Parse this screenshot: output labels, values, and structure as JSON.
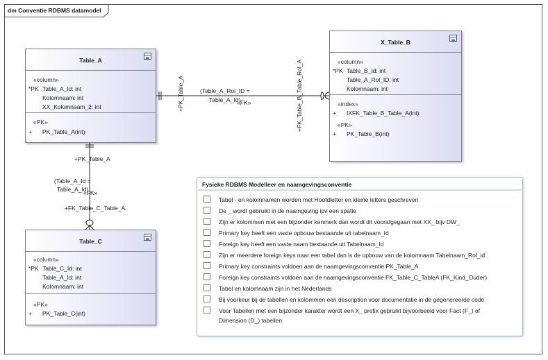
{
  "frame": {
    "title": "dm Conventie RDBMS datamodel"
  },
  "table_a": {
    "title": "Table_A",
    "column_stereotype": "«column»",
    "pk_marker": "*PK",
    "columns": [
      "Table_A_Id: int",
      "Kolomnaam: int",
      "XX_Kolomnaam_2: int"
    ],
    "op_stereotype": "«PK»",
    "op_marker": "+",
    "operations": [
      "PK_Table_A(int)"
    ]
  },
  "table_b": {
    "title": "X_Table_B",
    "column_stereotype": "«column»",
    "pk_marker": "*PK",
    "columns": [
      "Table_B_Id: int",
      "Table_A_Rol_ID: int",
      "Kolomnaam: int"
    ],
    "index_stereotype": "«index»",
    "index_marker": "+",
    "index_ops": [
      "IXFK_Table_B_Table_A(int)"
    ],
    "op_stereotype": "«PK»",
    "op_marker": "+",
    "operations": [
      "PK_Table_B(int)"
    ]
  },
  "table_c": {
    "title": "Table_C",
    "column_stereotype": "«column»",
    "pk_marker": "*PK",
    "columns": [
      "Table_C_Id: int",
      "Table_A_Id: int",
      "Kolomnaam: int"
    ],
    "op_stereotype": "«PK»",
    "op_marker": "+",
    "operations": [
      "PK_Table_C(int)"
    ]
  },
  "assoc_ab": {
    "source_role": "+PK_Table_A",
    "target_role": "+FK_Table_B_Table_Rol_A",
    "constraint_line1": "(Table_A_Rol_ID =",
    "constraint_line2": "Table_A_Id)",
    "stereotype": "«FK»"
  },
  "assoc_ac": {
    "source_role": "+PK_Table_A",
    "target_role": "+FK_Table_C_Table_A",
    "constraint_line1": "(Table_A_Id =",
    "constraint_line2": "Table_A_Id)",
    "stereotype": "«FK»"
  },
  "note": {
    "title": "Fysieke RDBMS Modelleer en naamgevingsconventie",
    "items": [
      "Tabel - en kolomnamen worden met Hoofdletter en kleine letters geschreven",
      "De _ wordt gebruikt in de naamgeving ipv een spatie",
      "Zijn er kolommen met een bijzonder kenmerk dan wordt dit voorafgegaan met XX_ bijv DW_",
      "Primary key heeft een vaste opbouw bestaande uit tabelnaam_Id",
      "Foreign key heeft een vaste naam bestaande uit Tabelnaam_Id",
      "Zijn er meerdere foreign keys naar een tabel dan is de opbouw van de kolomnaam Tabelnaam_Rol_id.",
      "Primary key constraints voldoen aan de naamgevingsconventie PK_Table_A",
      "Foreign key constraints voldoen aan de naamgevingsconventie FK_Table_C_TableA (FK_Kind_Ouder)",
      "Tabel en kolomnaam zijn in het Nederlands",
      "Bij voorkeur bij de tabellen en kolommen een description voor documentatie in de gegenereerde code",
      "Voor Tabellen met een bijzonder karakter wordt een X_ prefix gebruikt bijvoorbeeld voor Fact (F_) of",
      "Dimension (D_) tabellen"
    ]
  }
}
